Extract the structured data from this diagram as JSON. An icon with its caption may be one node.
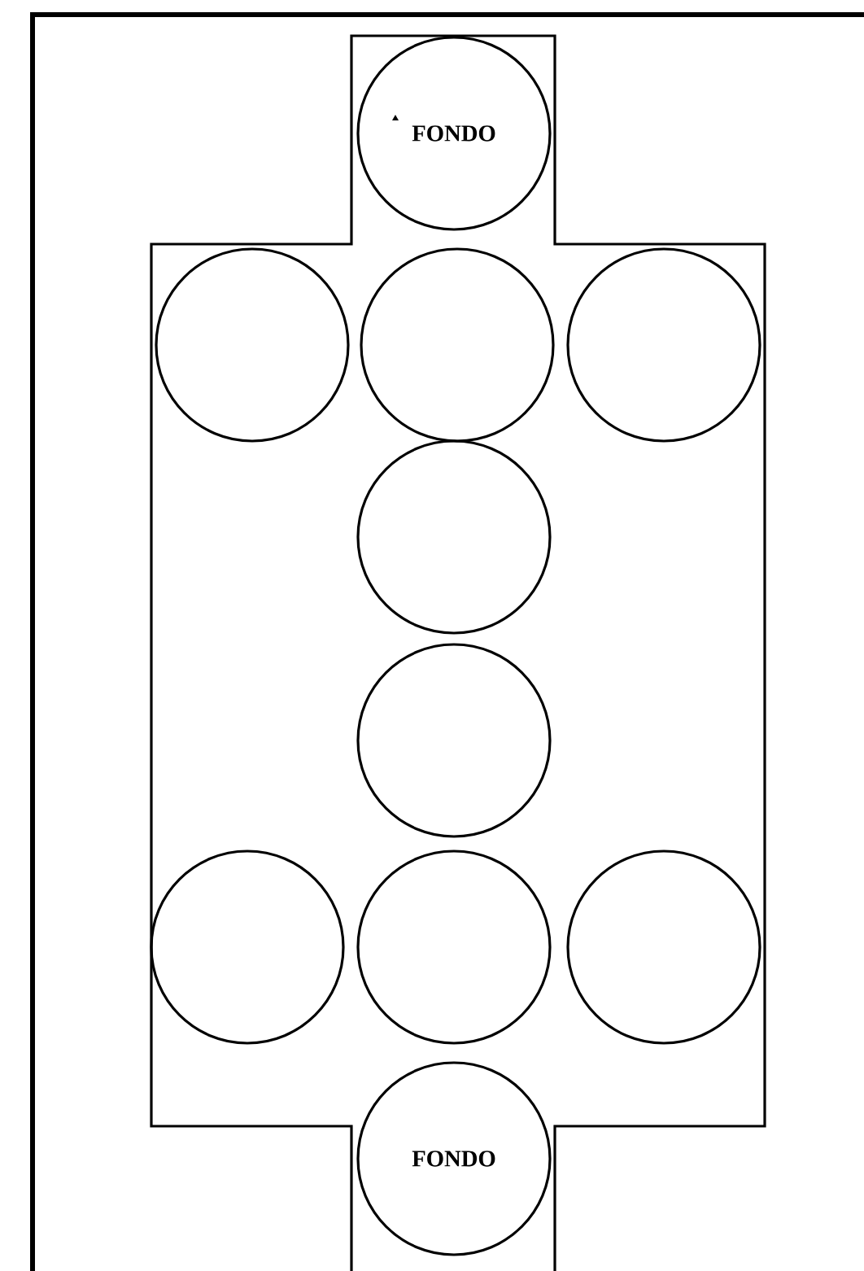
{
  "diagram": {
    "nodes": [
      {
        "text": [
          "FONDO"
        ]
      },
      {
        "text": [],
        "shape": "circle"
      },
      {
        "text": [],
        "shape": "circle"
      },
      {
        "text": [],
        "shape": "circle"
      },
      {
        "text": [],
        "shape": "circle"
      },
      {
        "text": [],
        "shape": "circle"
      },
      {
        "text": [],
        "shape": "circle"
      },
      {
        "text": [],
        "shape": "circle"
      },
      {
        "text": [],
        "shape": "circle"
      },
      {
        "text": [
          "FONDO"
        ]
      }
    ]
  }
}
